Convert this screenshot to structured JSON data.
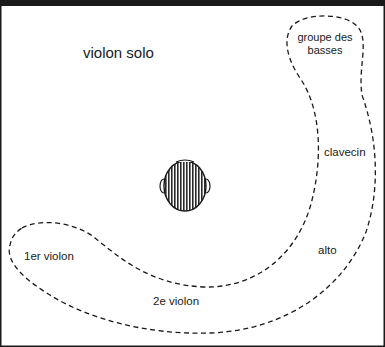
{
  "diagram": {
    "nodes": [
      {
        "text": [
          "groupe des basses",
          "clavecin",
          "alto",
          "2e violon",
          "1er violon"
        ]
      }
    ],
    "labels": [
      "violon solo"
    ]
  }
}
